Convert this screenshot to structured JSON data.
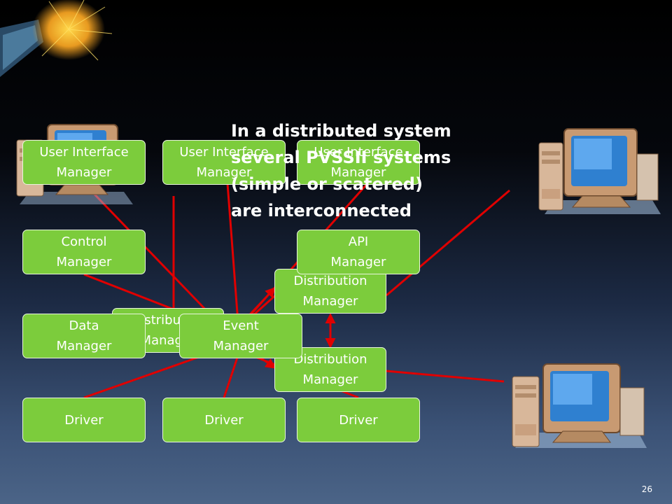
{
  "headline": {
    "lines": [
      "In a distributed system",
      "several PVSSII systems",
      "(simple or scatered)",
      "are interconnected"
    ]
  },
  "slide": {
    "page_number": "26"
  },
  "colors": {
    "box_fill": "#7ccc3c",
    "connector": "#e00000",
    "text": "#ffffff"
  },
  "boxes": {
    "ui1": [
      "User Interface",
      "Manager"
    ],
    "ui2": [
      "User Interface",
      "Manager"
    ],
    "ui3": [
      "User Interface",
      "Manager"
    ],
    "control": [
      "Control",
      "Manager"
    ],
    "api": [
      "API",
      "Manager"
    ],
    "dist_upper": [
      "Distribution",
      "Manager"
    ],
    "dist_mid": [
      "Distribution",
      "Manager"
    ],
    "dist_lower": [
      "Distribution",
      "Manager"
    ],
    "data": [
      "Data",
      "Manager"
    ],
    "event": [
      "Event",
      "Manager"
    ],
    "driver1": [
      "Driver"
    ],
    "driver2": [
      "Driver"
    ],
    "driver3": [
      "Driver"
    ]
  },
  "icons": [
    "computer-icon",
    "computer-icon",
    "computer-icon",
    "computer-icon",
    "particle-burst-icon"
  ]
}
